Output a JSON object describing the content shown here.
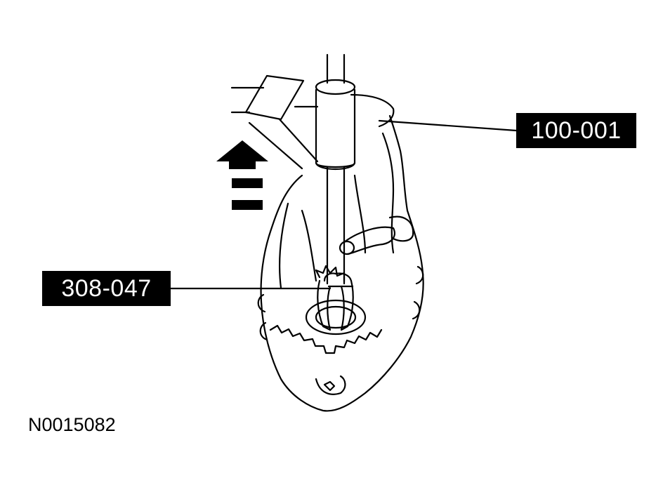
{
  "callouts": {
    "tool_upper": "100-001",
    "tool_lower": "308-047"
  },
  "figure_id": "N0015082",
  "colors": {
    "ink": "#000000",
    "paper": "#ffffff"
  },
  "icons": {
    "direction": "arrow-up-icon"
  }
}
